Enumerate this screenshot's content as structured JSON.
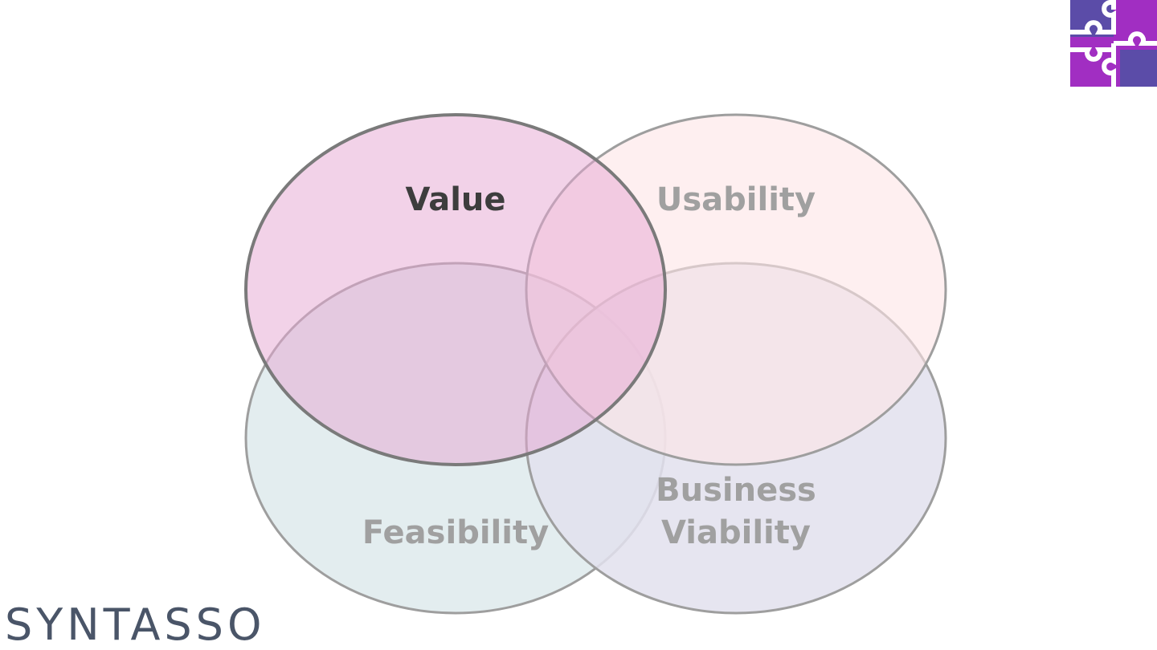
{
  "diagram": {
    "sets": [
      {
        "id": "value",
        "label": "Value",
        "emphasized": true,
        "fill": "#f3d3e8",
        "stroke": "#7a7a7a",
        "text_color": "#3d3d3d"
      },
      {
        "id": "usability",
        "label": "Usability",
        "emphasized": false,
        "fill": "#fde4e6",
        "stroke": "#9e9e9e",
        "text_color": "#a0a0a0"
      },
      {
        "id": "feasibility",
        "label": "Feasibility",
        "emphasized": false,
        "fill": "#deeaec",
        "stroke": "#9e9e9e",
        "text_color": "#a0a0a0"
      },
      {
        "id": "business-viability",
        "label_lines": [
          "Business",
          "Viability"
        ],
        "emphasized": false,
        "fill": "#e2e0ed",
        "stroke": "#9e9e9e",
        "text_color": "#a0a0a0"
      }
    ]
  },
  "brand": {
    "wordmark": "SYNTASSO",
    "logo_icon": "puzzle-pieces-icon",
    "colors": {
      "purple": "#a12ec2",
      "indigo": "#5b4ca8",
      "wordmark": "#4a5568"
    }
  }
}
